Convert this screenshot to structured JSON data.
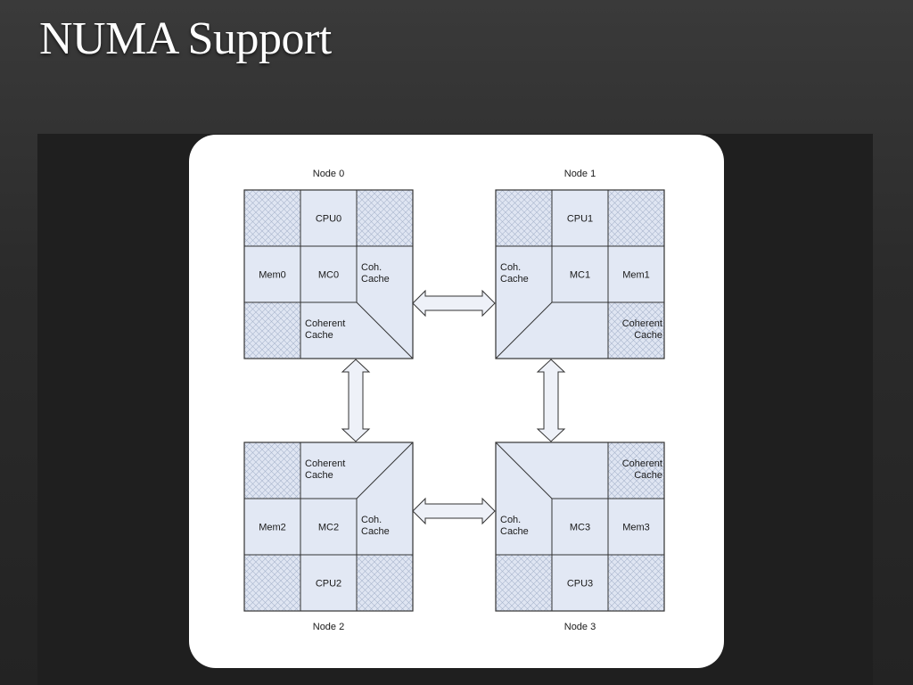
{
  "slide": {
    "title": "NUMA Support"
  },
  "nodes": [
    {
      "label": "Node 0",
      "cpu": "CPU0",
      "mem": "Mem0",
      "mc": "MC0",
      "coh_short": [
        "Coh.",
        "Cache"
      ],
      "coherent": [
        "Coherent",
        "Cache"
      ]
    },
    {
      "label": "Node 1",
      "cpu": "CPU1",
      "mem": "Mem1",
      "mc": "MC1",
      "coh_short": [
        "Coh.",
        "Cache"
      ],
      "coherent": [
        "Coherent",
        "Cache"
      ]
    },
    {
      "label": "Node 2",
      "cpu": "CPU2",
      "mem": "Mem2",
      "mc": "MC2",
      "coh_short": [
        "Coh.",
        "Cache"
      ],
      "coherent": [
        "Coherent",
        "Cache"
      ]
    },
    {
      "label": "Node 3",
      "cpu": "CPU3",
      "mem": "Mem3",
      "mc": "MC3",
      "coh_short": [
        "Coh.",
        "Cache"
      ],
      "coherent": [
        "Coherent",
        "Cache"
      ]
    }
  ],
  "links": [
    {
      "from": "Node 0",
      "to": "Node 1"
    },
    {
      "from": "Node 0",
      "to": "Node 2"
    },
    {
      "from": "Node 1",
      "to": "Node 3"
    },
    {
      "from": "Node 2",
      "to": "Node 3"
    }
  ],
  "colors": {
    "cell_fill": "#e2e8f4",
    "hatch_fill": "#dce3f1",
    "stroke": "#333333"
  }
}
